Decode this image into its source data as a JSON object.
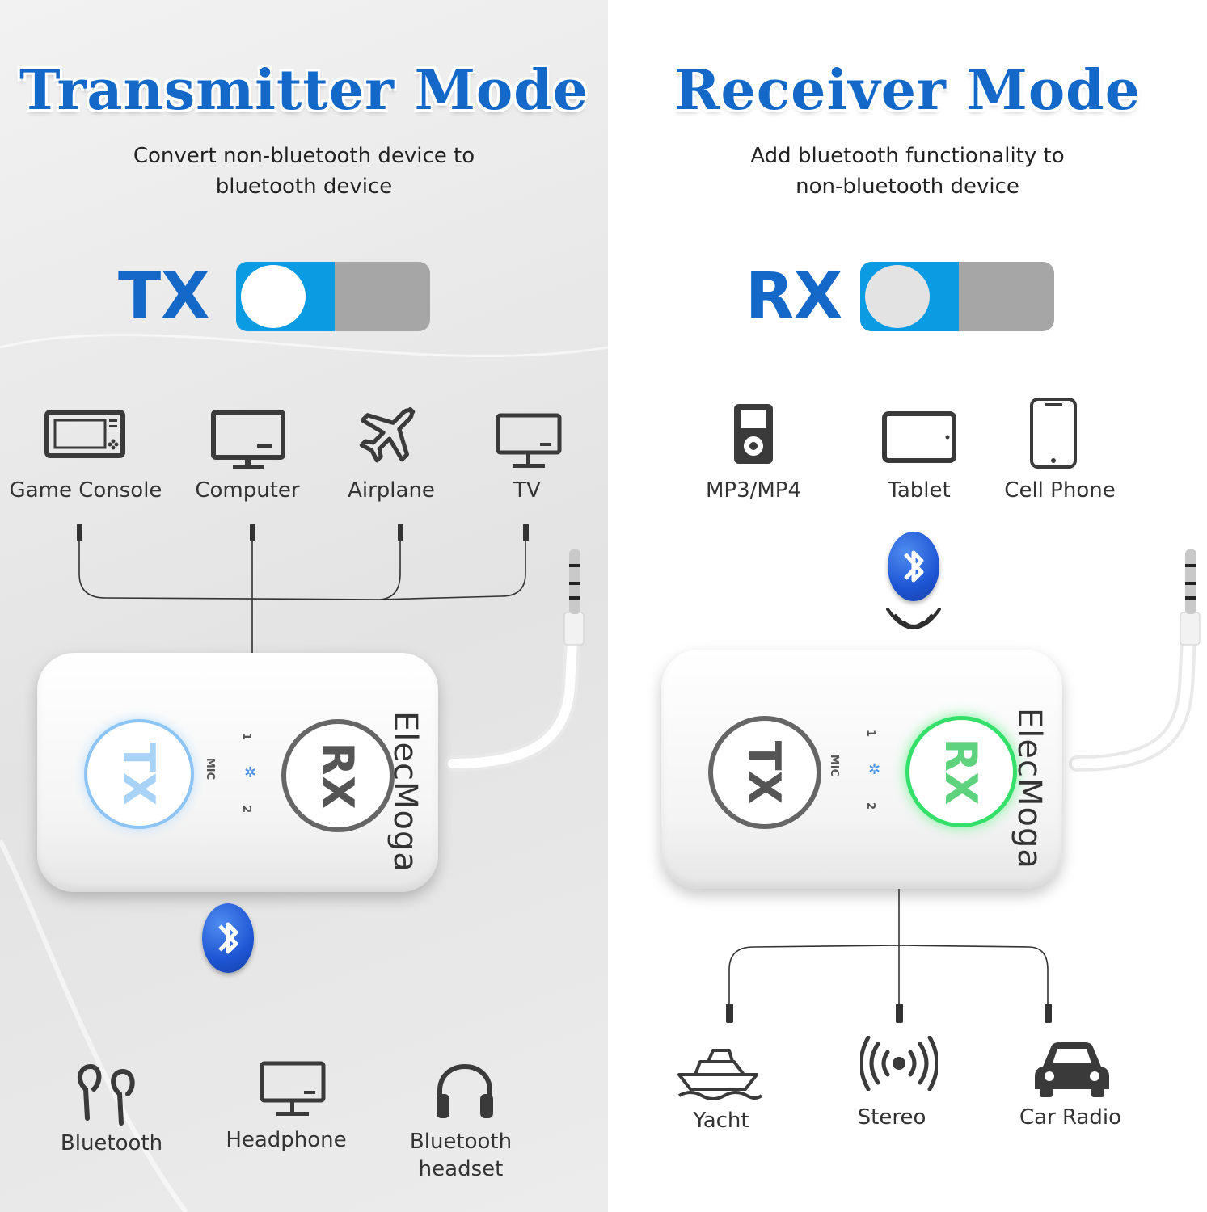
{
  "transmitter": {
    "title": "Transmitter Mode",
    "subtitle_line1": "Convert non-bluetooth device to",
    "subtitle_line2": "bluetooth device",
    "switch_label": "TX",
    "sources": [
      {
        "label": "Game Console",
        "icon": "game-console-icon"
      },
      {
        "label": "Computer",
        "icon": "computer-icon"
      },
      {
        "label": "Airplane",
        "icon": "airplane-icon"
      },
      {
        "label": "TV",
        "icon": "tv-icon"
      }
    ],
    "outputs": [
      {
        "label": "Bluetooth",
        "icon": "earbuds-icon"
      },
      {
        "label": "Headphone",
        "icon": "monitor-icon"
      },
      {
        "label_line1": "Bluetooth",
        "label_line2": "headset",
        "icon": "headset-icon"
      }
    ]
  },
  "receiver": {
    "title": "Receiver Mode",
    "subtitle_line1": "Add bluetooth functionality to",
    "subtitle_line2": "non-bluetooth device",
    "switch_label": "RX",
    "sources": [
      {
        "label": "MP3/MP4",
        "icon": "mp3-player-icon"
      },
      {
        "label": "Tablet",
        "icon": "tablet-icon"
      },
      {
        "label": "Cell Phone",
        "icon": "cell-phone-icon"
      }
    ],
    "outputs": [
      {
        "label": "Yacht",
        "icon": "yacht-icon"
      },
      {
        "label": "Stereo",
        "icon": "stereo-icon"
      },
      {
        "label": "Car Radio",
        "icon": "car-icon"
      }
    ]
  },
  "device": {
    "brand": "ElecMoga",
    "tx_button": "TX",
    "rx_button": "RX",
    "mic_label": "MIC",
    "port1": "1",
    "port2": "2"
  },
  "colors": {
    "accent": "#1468c8",
    "switch_on": "#0b9be3",
    "switch_off": "#a6a6a6",
    "tx_glow": "#8cc4f5",
    "rx_glow": "#35e06a",
    "icon": "#3a3a3a"
  }
}
